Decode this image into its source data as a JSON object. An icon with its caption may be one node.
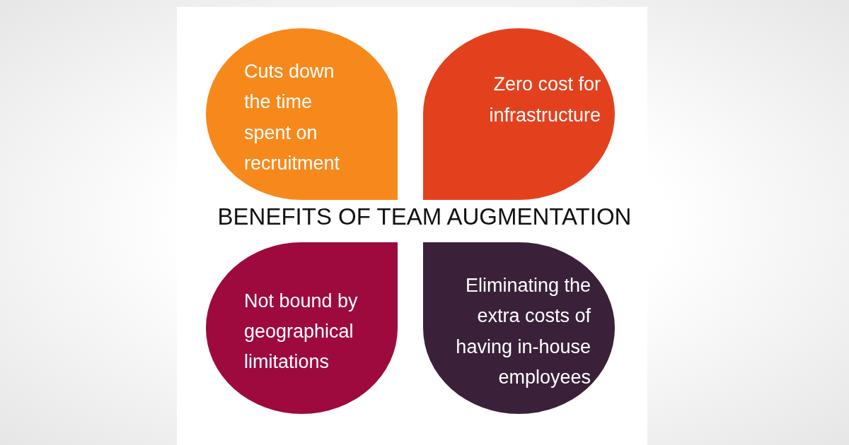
{
  "diagram": {
    "title": "BENEFITS OF TEAM AUGMENTATION",
    "nodes": [
      {
        "text": [
          "Cuts down the time spent on recruitment"
        ]
      },
      {
        "text": [
          "Zero cost for infrastructure"
        ]
      },
      {
        "text": [
          "Not bound by geographical limitations"
        ]
      },
      {
        "text": [
          "Eliminating the extra costs of having in-house employees"
        ]
      }
    ]
  }
}
